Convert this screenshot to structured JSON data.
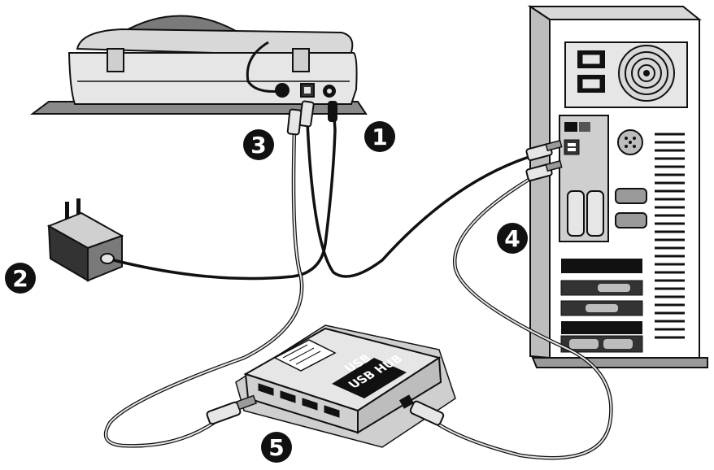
{
  "steps": [
    {
      "number": "1",
      "meaning": "power"
    },
    {
      "number": "2",
      "meaning": "adapter"
    },
    {
      "number": "3",
      "meaning": "usb-scanner"
    },
    {
      "number": "4",
      "meaning": "usb-pc"
    },
    {
      "number": "5",
      "meaning": "usb-hub"
    }
  ],
  "hub": {
    "brand": "USB",
    "label": "USB HUB"
  },
  "colors": {
    "ink": "#111111",
    "gray": "#9a9a9a",
    "light": "#e6e6e6",
    "white": "#ffffff"
  }
}
